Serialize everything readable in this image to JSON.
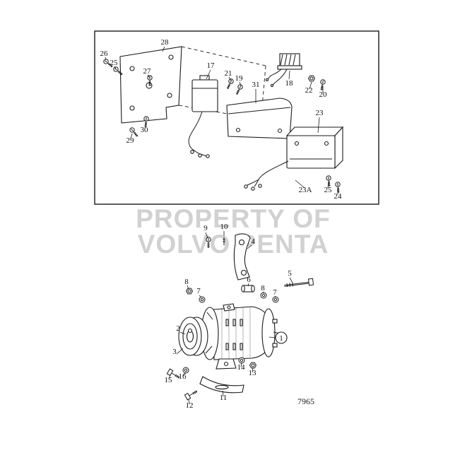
{
  "watermark": {
    "line1": "PROPERTY OF",
    "line2": "VOLVO PENTA"
  },
  "figure_number": "7965",
  "colors": {
    "ink": "#1a1a1a",
    "watermark": "#c9c9c9",
    "background": "#ffffff"
  },
  "callouts": {
    "top": [
      "26",
      "25",
      "28",
      "27",
      "17",
      "21",
      "19",
      "31",
      "18",
      "22",
      "20",
      "23",
      "30",
      "29",
      "23A",
      "25",
      "24"
    ],
    "bottom": [
      "9",
      "10",
      "4",
      "8",
      "7",
      "5",
      "6",
      "8",
      "7",
      "2",
      "3",
      "1",
      "15",
      "16",
      "14",
      "13",
      "12",
      "11"
    ]
  }
}
